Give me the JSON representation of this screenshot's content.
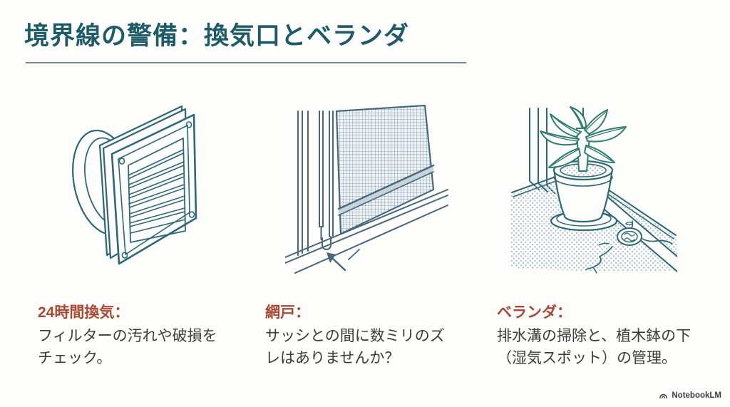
{
  "slide": {
    "title": "境界線の警備：換気口とベランダ",
    "background_color": "#fdfdfc",
    "title_color": "#1e5b68",
    "divider_color": "#75888f"
  },
  "columns": [
    {
      "illustration": "ventilation-grille",
      "heading": "24時間換気：",
      "body": "フィルターの汚れや破損をチェック。"
    },
    {
      "illustration": "window-screen-gap",
      "heading": "網戸：",
      "body": "サッシとの間に数ミリのズレはありませんか？"
    },
    {
      "illustration": "balcony-plant-and-drain",
      "heading": "ベランダ：",
      "body": "排水溝の掃除と、植木鉢の下（湿気スポット）の管理。"
    }
  ],
  "colors": {
    "heading_red": "#a84a33",
    "body_text": "#3c3c3c",
    "line_art_teal": "#2e6877",
    "plant_green": "#2e7c6f"
  },
  "footer": {
    "brand": "NotebookLM"
  }
}
